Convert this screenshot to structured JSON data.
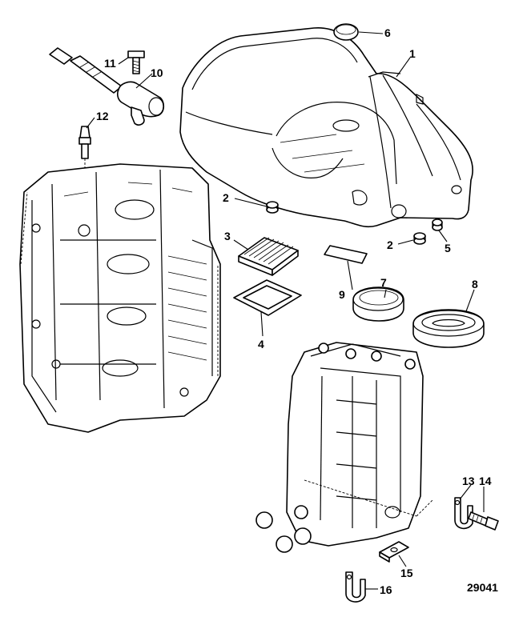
{
  "callouts": [
    "1",
    "2",
    "2",
    "3",
    "4",
    "5",
    "6",
    "7",
    "8",
    "9",
    "10",
    "11",
    "12",
    "13",
    "14",
    "15",
    "16"
  ],
  "figure_id": "29041"
}
